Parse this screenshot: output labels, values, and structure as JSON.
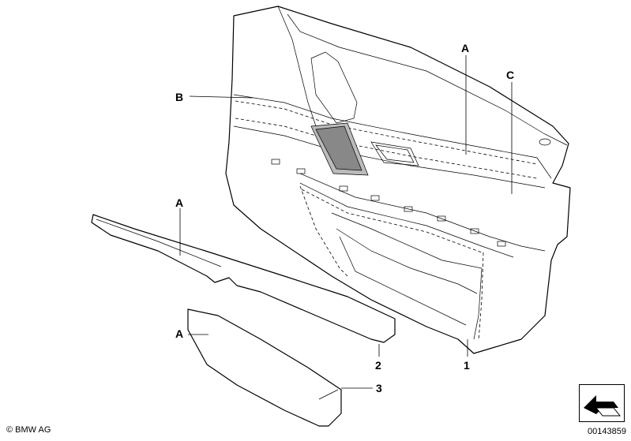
{
  "callouts": {
    "A1": "A",
    "A2": "A",
    "A3": "A",
    "B": "B",
    "C": "C",
    "p1": "1",
    "p2": "2",
    "p3": "3"
  },
  "footer": {
    "copyright": "© BMW AG",
    "diagram_number": "00143859"
  },
  "icons": {
    "orientation": "direction-arrow-icon"
  },
  "colors": {
    "line": "#000000",
    "background": "#ffffff",
    "mesh": "#888888"
  }
}
